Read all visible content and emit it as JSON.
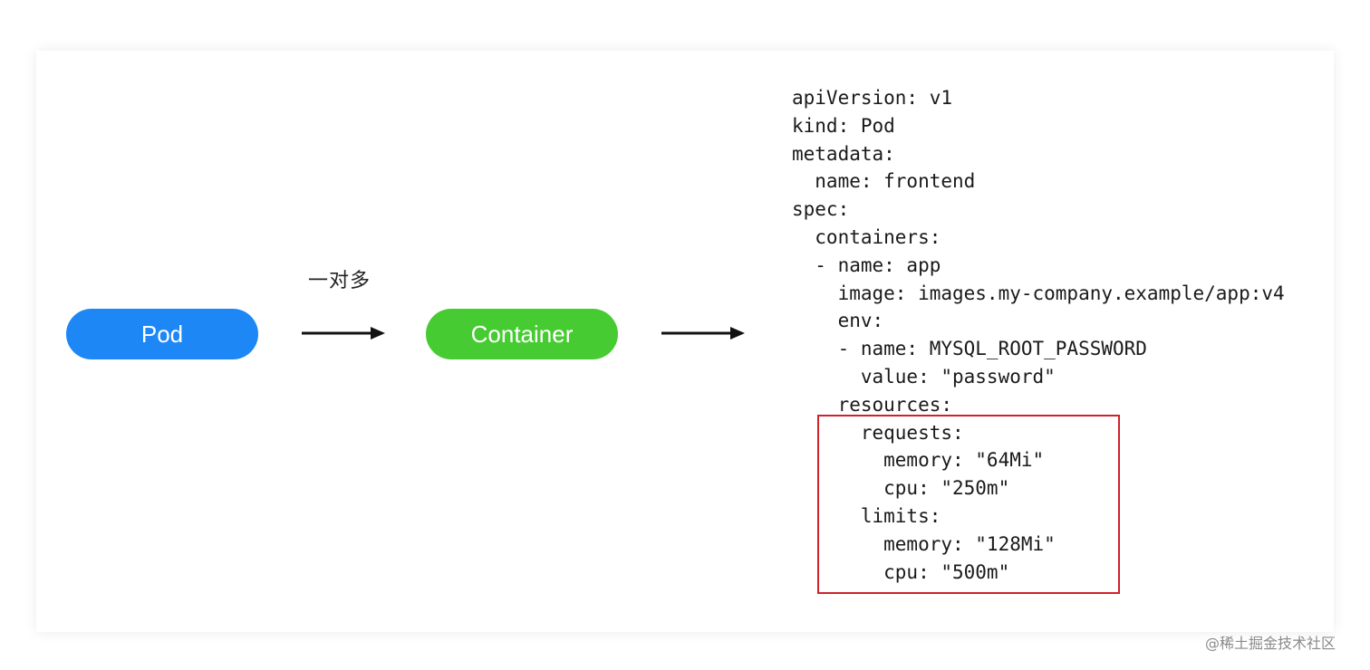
{
  "diagram": {
    "pod_label": "Pod",
    "container_label": "Container",
    "relation_label": "一对多"
  },
  "colors": {
    "pod": "#1d87f5",
    "container": "#47cb32",
    "arrow": "#111111",
    "highlight": "#d0212a"
  },
  "yaml_lines": [
    "apiVersion: v1",
    "kind: Pod",
    "metadata:",
    "  name: frontend",
    "spec:",
    "  containers:",
    "  - name: app",
    "    image: images.my-company.example/app:v4",
    "    env:",
    "    - name: MYSQL_ROOT_PASSWORD",
    "      value: \"password\"",
    "    resources:",
    "      requests:",
    "        memory: \"64Mi\"",
    "        cpu: \"250m\"",
    "      limits:",
    "        memory: \"128Mi\"",
    "        cpu: \"500m\""
  ],
  "watermark": "@稀土掘金技术社区"
}
